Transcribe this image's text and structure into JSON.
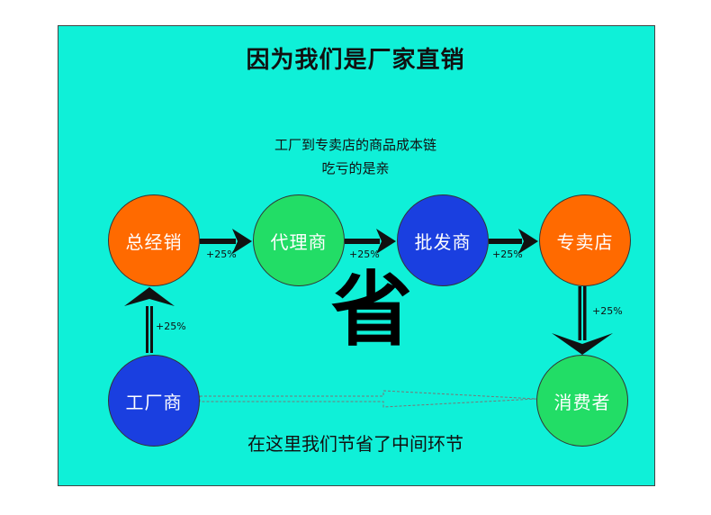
{
  "title": "因为我们是厂家直销",
  "subtitle_line1": "工厂到专卖店的商品成本链",
  "subtitle_line2": "吃亏的是亲",
  "nodes": {
    "distributor": "总经销",
    "agent": "代理商",
    "wholesaler": "批发商",
    "store": "专卖店",
    "factory": "工厂商",
    "consumer": "消费者"
  },
  "markups": {
    "factory_to_distributor": "+25%",
    "distributor_to_agent": "+25%",
    "agent_to_wholesaler": "+25%",
    "wholesaler_to_store": "+25%",
    "store_to_consumer": "+25%"
  },
  "big_char": "省",
  "bottom_note": "在这里我们节省了中间环节",
  "colors": {
    "panel_bg": "#0ff0d8",
    "orange": "#ff6a00",
    "green": "#22dd66",
    "blue": "#1a3fe0"
  }
}
